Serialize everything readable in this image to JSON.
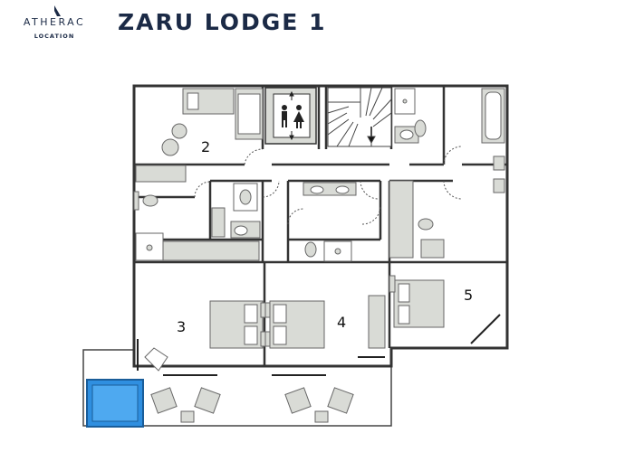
{
  "brand": {
    "name": "ATHERAC",
    "subtitle": "LOCATION"
  },
  "title": "ZARU LODGE 1",
  "rooms": [
    {
      "number": "2"
    },
    {
      "number": "3"
    },
    {
      "number": "4"
    },
    {
      "number": "5"
    }
  ],
  "colors": {
    "wall": "#333333",
    "furniture_fill": "#d9dbd6",
    "furniture_stroke": "#666666",
    "pool": "#2f8fe0",
    "terrace": "#ffffff",
    "text": "#1b2a46"
  }
}
